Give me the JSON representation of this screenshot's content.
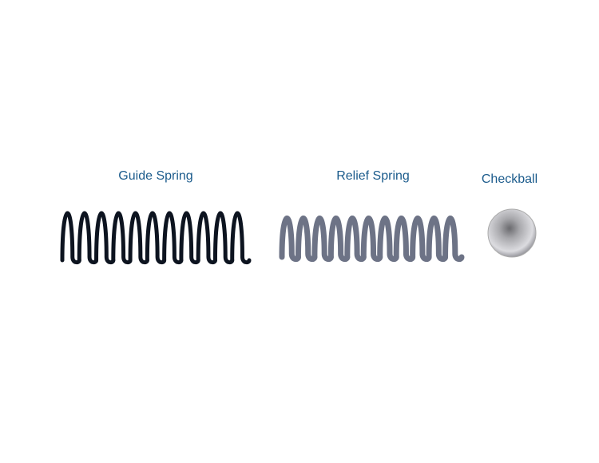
{
  "parts": [
    {
      "label": "Guide Spring",
      "coils": 11,
      "color": "#0d1420"
    },
    {
      "label": "Relief Spring",
      "coils": 11,
      "color": "#6d7386"
    },
    {
      "label": "Checkball",
      "color": "#c8c8cc"
    }
  ]
}
